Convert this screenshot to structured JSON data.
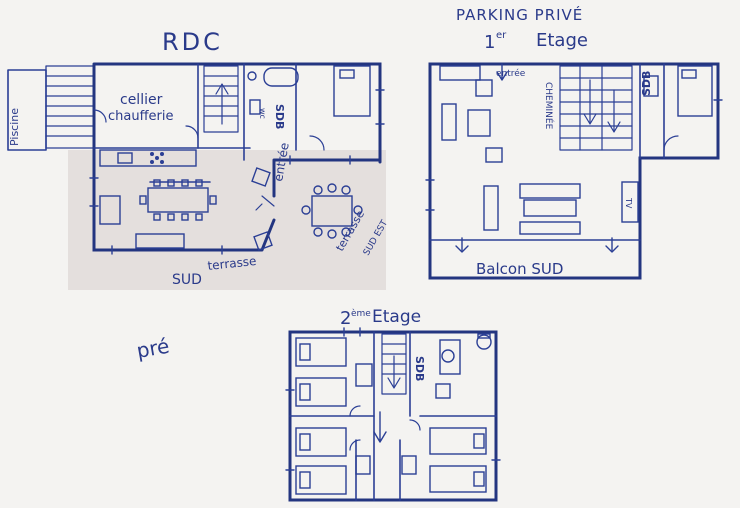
{
  "colors": {
    "ink": "#2b3f95",
    "paper": "#f4f3f1",
    "shade": "#e6e1df"
  },
  "rdc": {
    "title": "RDC",
    "cellier_line1": "cellier",
    "cellier_line2": "chaufferie",
    "wc": "wc",
    "sdb": "SDB",
    "entree": "entrée",
    "terrasse_sud": "SUD",
    "terrasse": "terrasse",
    "terrasse_right": "terrasse",
    "sud_est": "SUD EST",
    "piscine": "Piscine",
    "pre": "pré"
  },
  "etage1": {
    "parking": "PARKING PRIVÉ",
    "title_num": "1",
    "title_sup": "er",
    "title_word": "Etage",
    "entree": "entrée",
    "cheminee": "CHEMINÉE",
    "sdb": "SDB",
    "tv": "TV",
    "balcon": "Balcon SUD"
  },
  "etage2": {
    "title_num": "2",
    "title_sup": "ème",
    "title_word": "Etage",
    "sdb": "SDB"
  }
}
